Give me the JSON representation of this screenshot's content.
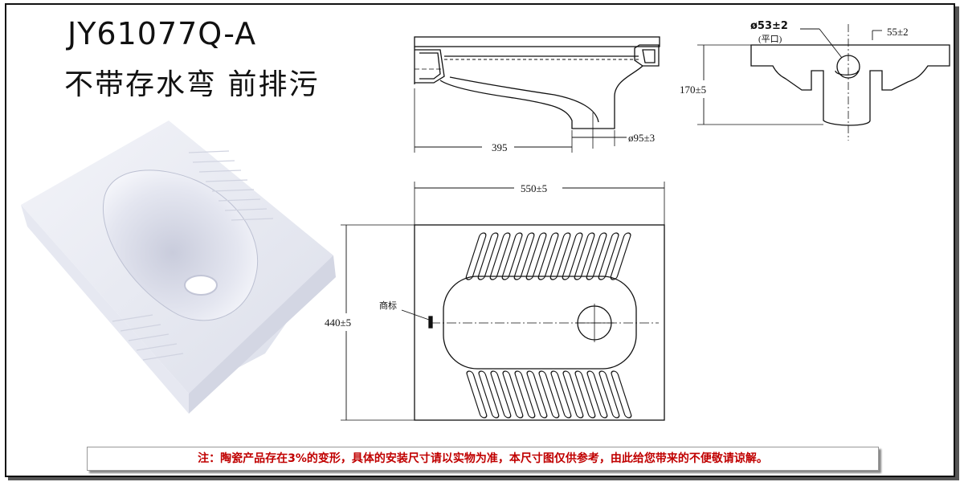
{
  "header": {
    "model": "JY61077Q-A",
    "subtitle": "不带存水弯 前排污"
  },
  "side_view": {
    "length_label": "395",
    "outlet_label": "ø95±3"
  },
  "end_view": {
    "hole_label": "ø53±2",
    "hole_note": "(平口)",
    "offset_label": "55±2",
    "height_label": "170±5"
  },
  "top_view": {
    "width_label": "550±5",
    "depth_label": "440±5",
    "brand_label": "商标"
  },
  "footer": {
    "note": "注：陶瓷产品存在3%的变形，具体的安装尺寸请以实物为准，本尺寸图仅供参考，由此给您带来的不便敬请谅解。"
  },
  "colors": {
    "note_text": "#c00000",
    "line": "#111111"
  }
}
